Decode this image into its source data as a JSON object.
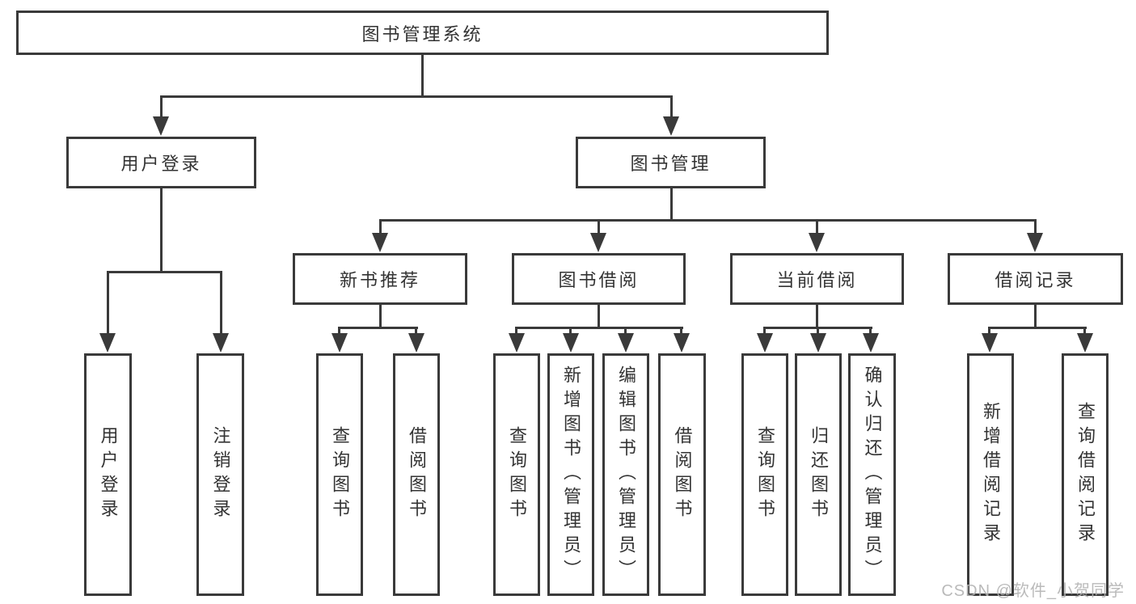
{
  "diagram": {
    "root": {
      "label": "图书管理系统"
    },
    "user_login": {
      "label": "用户登录",
      "children": [
        "用户登录",
        "注销登录"
      ]
    },
    "book_management": {
      "label": "图书管理"
    },
    "new_book_recommend": {
      "label": "新书推荐",
      "children": [
        "查询图书",
        "借阅图书"
      ]
    },
    "book_borrow": {
      "label": "图书借阅",
      "children": [
        "查询图书",
        "新增图书（管理员）",
        "编辑图书（管理员）",
        "借阅图书"
      ]
    },
    "current_borrow": {
      "label": "当前借阅",
      "children": [
        "查询图书",
        "归还图书",
        "确认归还（管理员）"
      ]
    },
    "borrow_records": {
      "label": "借阅记录",
      "children": [
        "新增借阅记录",
        "查询借阅记录"
      ]
    }
  },
  "watermark": "CSDN @软件_小贺同学",
  "colors": {
    "line": "#3a3a3a",
    "text": "#333333",
    "watermark": "#b3b3b3",
    "background": "#ffffff"
  }
}
